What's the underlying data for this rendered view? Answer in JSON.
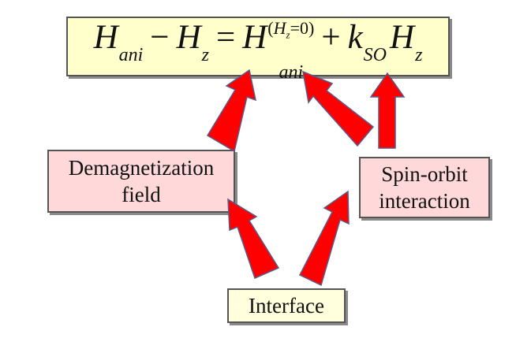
{
  "equation": {
    "H": "H",
    "ani": "ani",
    "minus": "−",
    "z": "z",
    "equals": "=",
    "sup_open": "(",
    "sup_H": "H",
    "sup_z": "z",
    "sup_rest": "=0)",
    "plus": "+",
    "k": "k",
    "SO": "SO"
  },
  "boxes": {
    "demagnetization": "Demagnetization\nfield",
    "spin_orbit": "Spin-orbit\ninteraction",
    "interface": "Interface"
  },
  "colors": {
    "equation_fill": "#ffffcc",
    "cause_fill": "#ffd9d9",
    "interface_fill": "#ffffdd",
    "arrow_fill": "#ff0000",
    "arrow_outline": "#5a5a8a"
  }
}
